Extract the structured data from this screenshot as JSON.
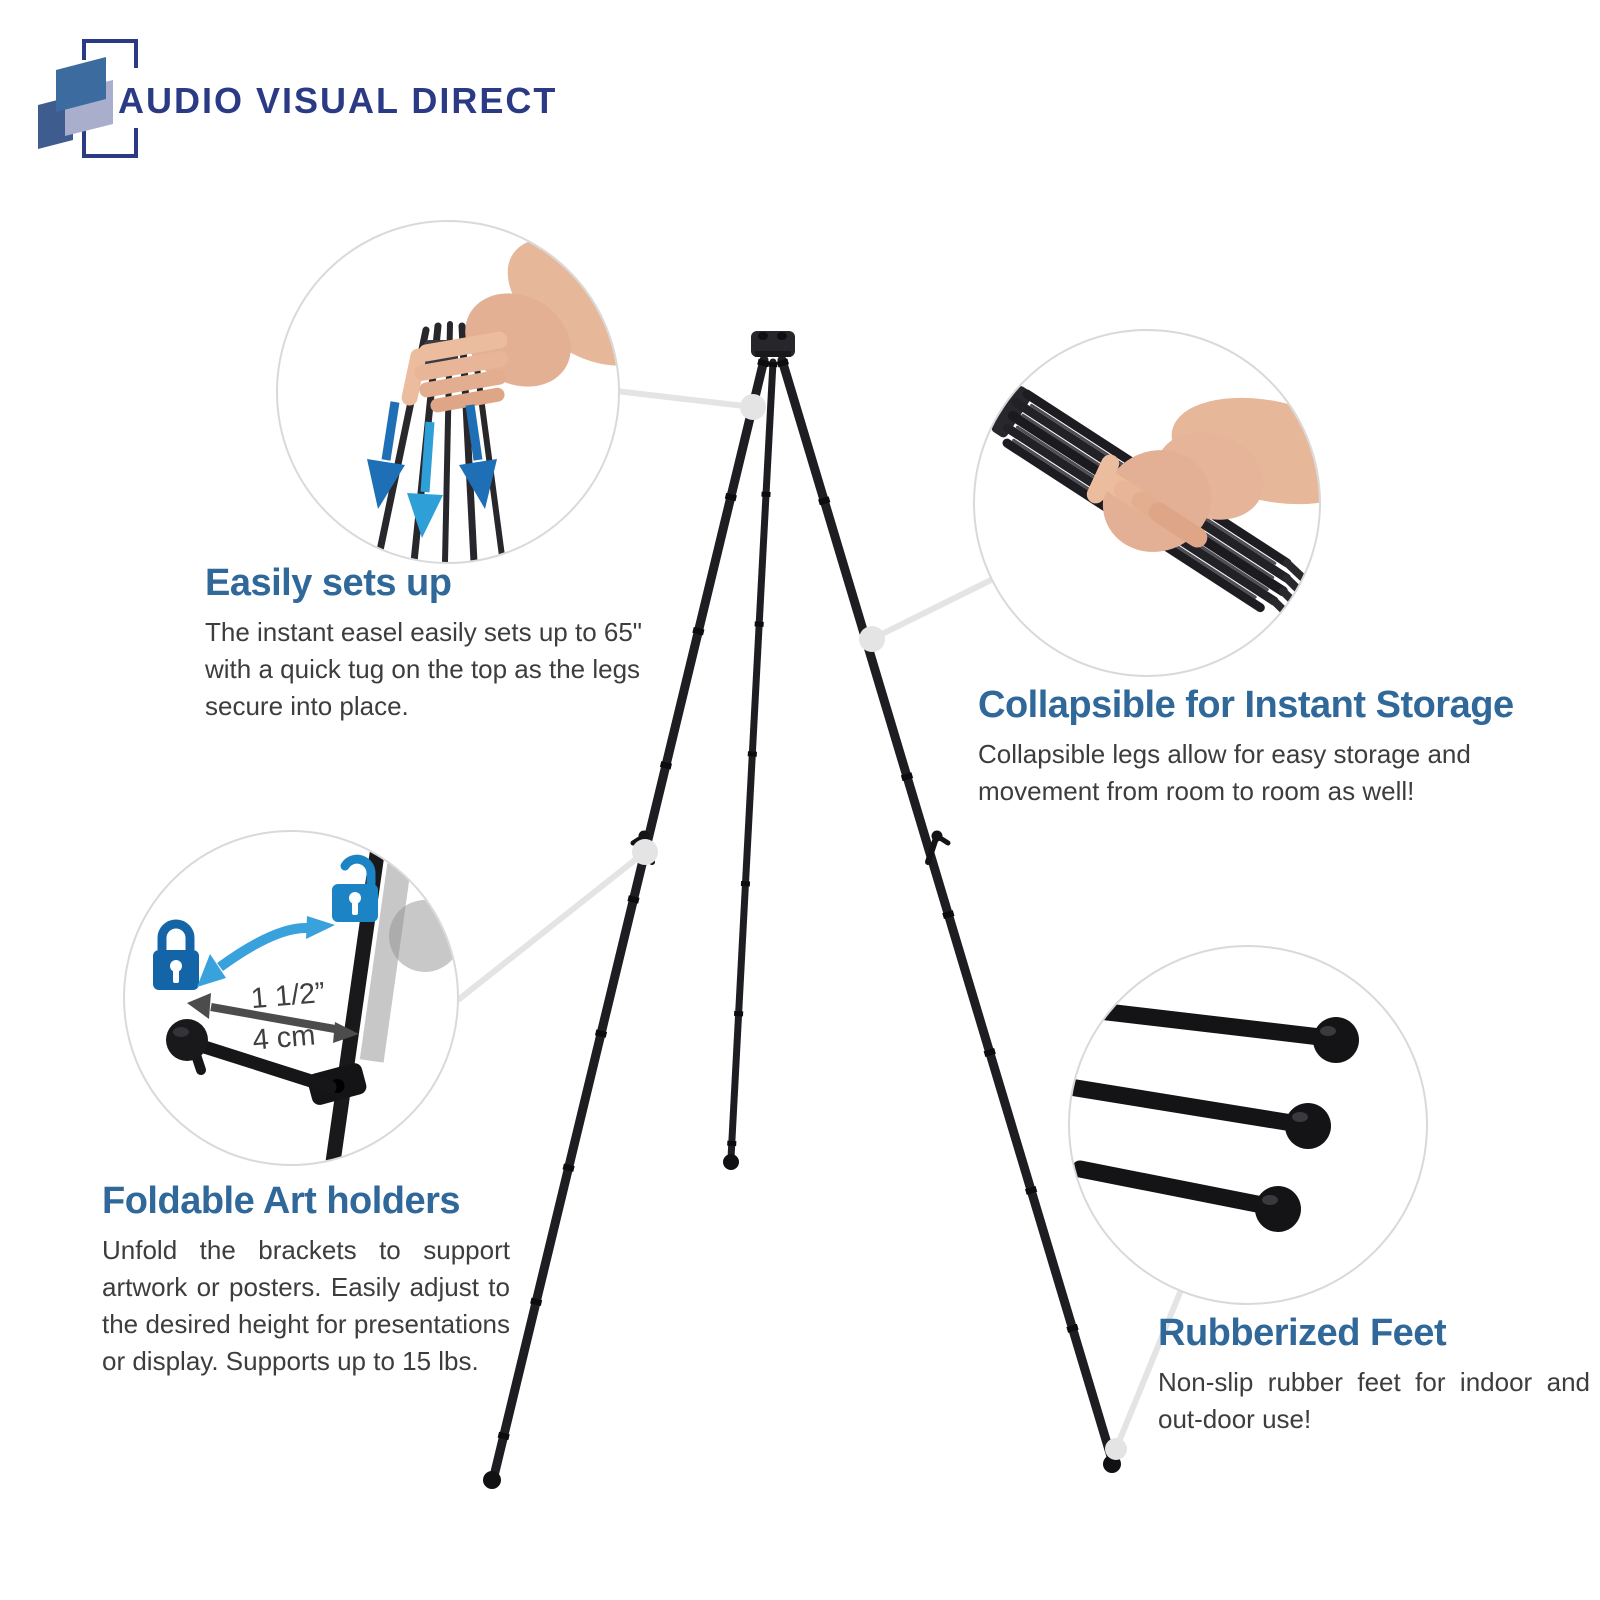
{
  "brand": {
    "name": "AUDIO VISUAL DIRECT"
  },
  "features": [
    {
      "id": "setup",
      "title": "Easily sets up",
      "body": "The instant easel easily sets up to 65\" with a quick tug on the top as the legs secure into place."
    },
    {
      "id": "collapsible",
      "title": "Collapsible for Instant Storage",
      "body": "Collapsible legs allow for easy storage and movement from room to room as well!"
    },
    {
      "id": "art_holders",
      "title": "Foldable Art holders",
      "body": "Unfold the brackets to support artwork or posters. Easily adjust to the desired height for presentations or display. Supports up to 15 lbs.",
      "measurement_in": "1 1/2”",
      "measurement_cm": "4 cm"
    },
    {
      "id": "rubber_feet",
      "title": "Rubberized Feet",
      "body": "Non-slip rubber feet for indoor and out-door use!"
    }
  ],
  "icons": {
    "lock_closed": "lock-closed-icon",
    "lock_open": "lock-open-icon",
    "rotate_arrow": "rotate-arrow-icon",
    "width_arrow": "width-double-arrow-icon",
    "pull_down_arrows": "pull-down-arrows-icon",
    "logo_mark": "brand-logo-mark-icon"
  },
  "colors": {
    "heading_blue": "#2f6899",
    "body_text": "#3d3d3d",
    "brand_navy": "#2b3a85",
    "logo_steel_blue": "#3c6b9f",
    "logo_indigo": "#3f5c8f",
    "logo_lavender": "#a9aecd",
    "arrow_blue_dark": "#1e6fb5",
    "arrow_blue_light": "#2f9fd8",
    "lock_closed_blue": "#1465a7",
    "lock_open_blue": "#1c84c5",
    "rotate_arrow_cyan": "#39a1db",
    "measure_arrow_gray": "#4c4c4c",
    "connector_gray": "#e4e4e4",
    "circle_border_gray": "#d9d9d9",
    "easel_black": "#1e1e22",
    "skin_tone": "#e7b79a"
  }
}
